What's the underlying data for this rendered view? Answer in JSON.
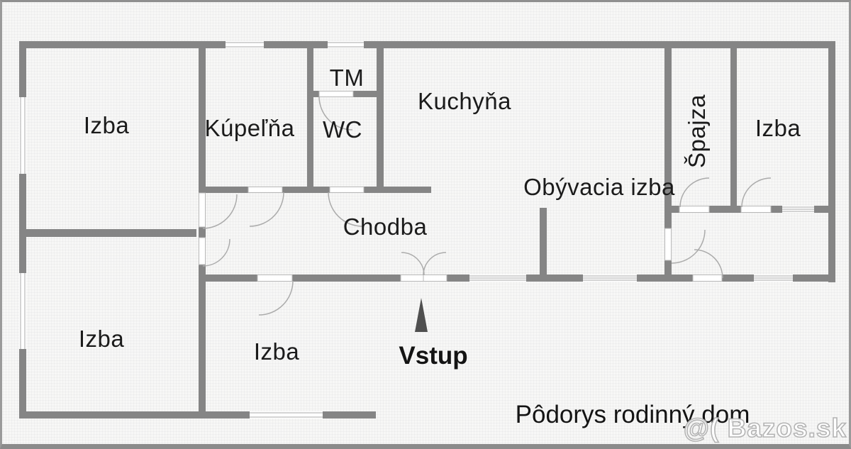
{
  "caption": {
    "text": "Pôdorys rodinný dom"
  },
  "watermark": {
    "text": "@( Bazos.sk"
  },
  "entrance": {
    "label": "Vstup"
  },
  "rooms": [
    {
      "id": "izba-top-left",
      "label": "Izba"
    },
    {
      "id": "kupelna",
      "label": "Kúpeľňa"
    },
    {
      "id": "tm",
      "label": "TM"
    },
    {
      "id": "wc",
      "label": "WC"
    },
    {
      "id": "kuchyna",
      "label": "Kuchyňa"
    },
    {
      "id": "spajza",
      "label": "Špajza"
    },
    {
      "id": "izba-top-right",
      "label": "Izba"
    },
    {
      "id": "obyvacia-izba",
      "label": "Obývacia izba"
    },
    {
      "id": "chodba",
      "label": "Chodba"
    },
    {
      "id": "izba-bottom-left",
      "label": "Izba"
    },
    {
      "id": "izba-bottom-middle",
      "label": "Izba"
    }
  ],
  "colors": {
    "wall": "#858585",
    "door_line": "#ababab",
    "window_line": "#a8a8a8",
    "arrow": "#4f4f4f",
    "text": "#1b1b1b",
    "background": "#f7f7f6",
    "frame": "#8f8f8f"
  }
}
